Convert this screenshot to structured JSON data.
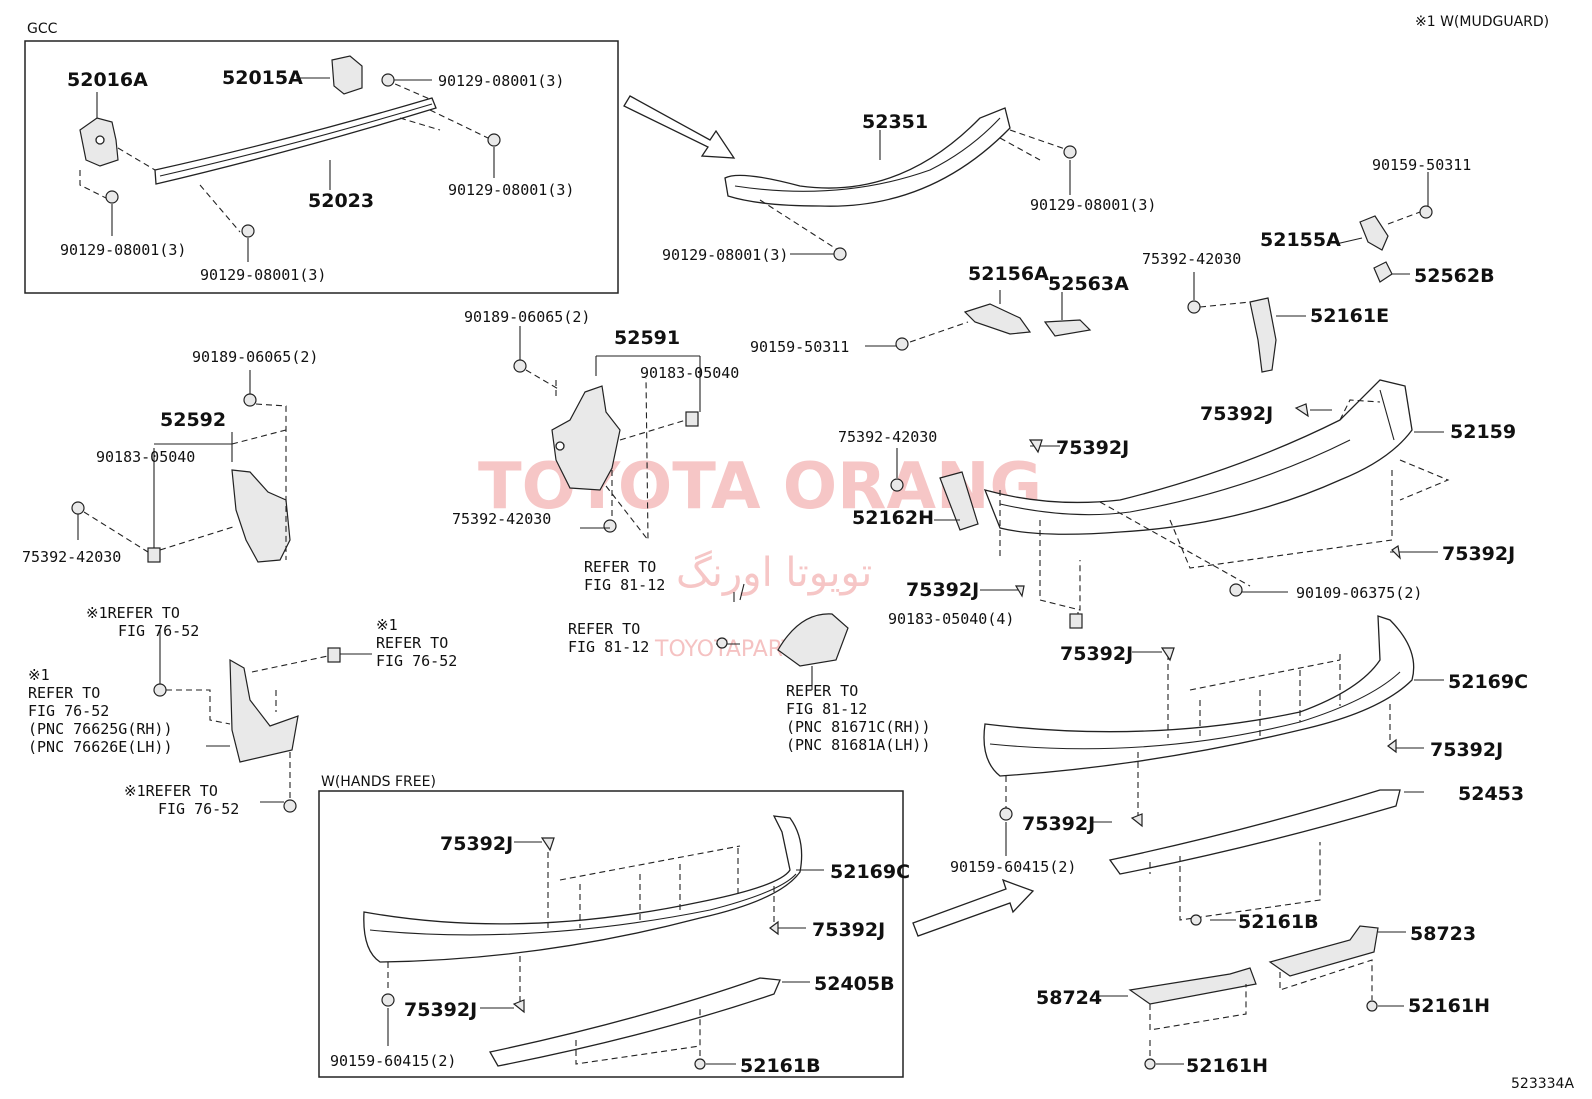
{
  "header": {
    "gcc_label": "GCC",
    "note_legend": "※1  W(MUDGUARD)",
    "hands_free_label": "W(HANDS FREE)",
    "figure_id": "523334A"
  },
  "watermark": {
    "brand": "TOYOTA ORANG",
    "brand_fa": "تویوتا اورنگ",
    "site": "TOYOTAPART.IR"
  },
  "parts": {
    "p52016A": "52016A",
    "p52015A": "52015A",
    "p52023": "52023",
    "p52351": "52351",
    "p52591": "52591",
    "p52592": "52592",
    "p52156A": "52156A",
    "p52563A": "52563A",
    "p52155A": "52155A",
    "p52562B": "52562B",
    "p52161E": "52161E",
    "p52159": "52159",
    "p52162H": "52162H",
    "p52169C_main": "52169C",
    "p52453": "52453",
    "p52161B_main": "52161B",
    "p58723": "58723",
    "p58724": "58724",
    "p52161H_a": "52161H",
    "p52161H_b": "52161H",
    "p52169C_hf": "52169C",
    "p52405B": "52405B",
    "p52161B_hf": "52161B"
  },
  "fasteners": {
    "f_a1": "90129-08001(3)",
    "f_a2": "90129-08001(3)",
    "f_a3": "90129-08001(3)",
    "f_a4": "90129-08001(3)",
    "f_b1": "90129-08001(3)",
    "f_b2": "90129-08001(3)",
    "f_c1": "90159-50311",
    "f_c2": "90159-50311",
    "f_d1": "75392-42030",
    "f_d2": "75392-42030",
    "f_d3": "75392-42030",
    "f_d4": "75392-42030",
    "f_e1": "90189-06065(2)",
    "f_e2": "90189-06065(2)",
    "f_g1": "90183-05040",
    "f_g2": "90183-05040",
    "f_g3": "90183-05040(4)",
    "f_h1": "75392J",
    "f_h2": "75392J",
    "f_h3": "75392J",
    "f_h4": "75392J",
    "f_h5": "75392J",
    "f_h6": "75392J",
    "f_h7": "75392J",
    "f_h8": "75392J",
    "f_h9": "75392J",
    "f_h10": "75392J",
    "f_i1": "90109-06375(2)",
    "f_j1": "90159-60415(2)",
    "f_j2": "90159-60415(2)"
  },
  "references": {
    "r1a": "REFER TO",
    "r1b": "FIG 81-12",
    "r2a": "REFER TO",
    "r2b": "FIG 81-12",
    "r3a": "REFER TO",
    "r3b": "FIG 81-12",
    "r3c": "(PNC 81671C(RH))",
    "r3d": "(PNC 81681A(LH))",
    "m1a": "※1REFER TO",
    "m1b": "FIG 76-52",
    "m2a": "※1",
    "m2b": "REFER TO",
    "m2c": "FIG 76-52",
    "m3a": "※1",
    "m3b": "REFER TO",
    "m3c": "FIG 76-52",
    "m3d": "(PNC 76625G(RH))",
    "m3e": "(PNC 76626E(LH))",
    "m4a": "※1REFER TO",
    "m4b": "FIG 76-52"
  }
}
